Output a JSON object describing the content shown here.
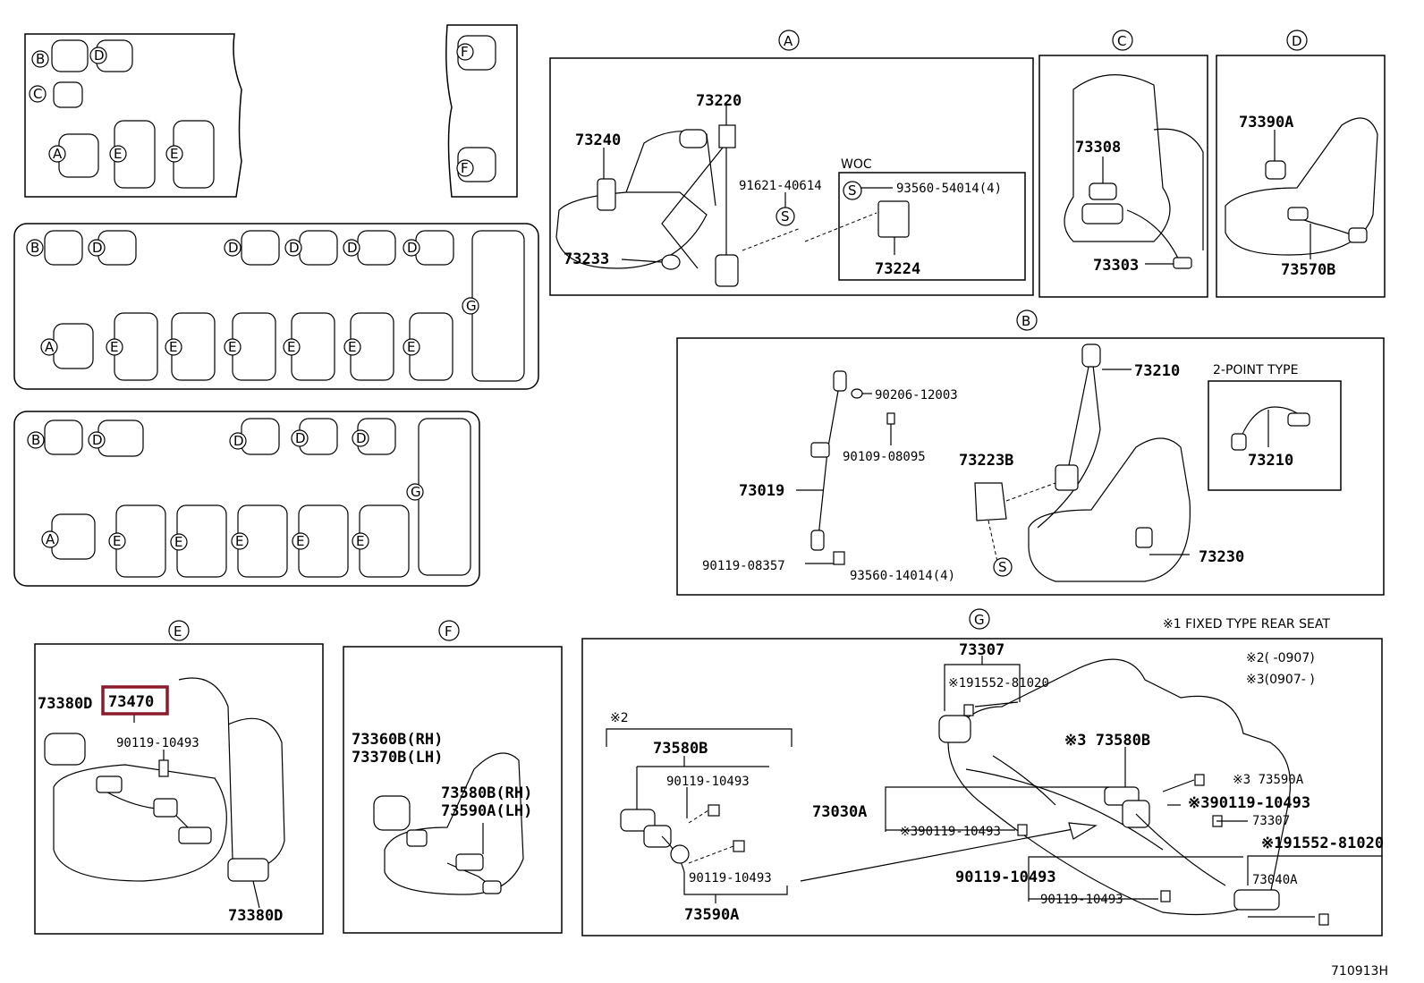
{
  "diagram_id": "710913H",
  "callouts": {
    "a": "A",
    "b": "B",
    "c": "C",
    "d": "D",
    "e": "E",
    "f": "F",
    "g": "G",
    "s": "S"
  },
  "panel_a": {
    "labels": [
      "73220",
      "73240",
      "73233",
      "91621-40614",
      "93560-54014(4)",
      "73224"
    ],
    "woc": "WOC"
  },
  "panel_c": {
    "labels": [
      "73308",
      "73303"
    ]
  },
  "panel_d": {
    "labels": [
      "73390A",
      "73570B"
    ]
  },
  "panel_b": {
    "labels": [
      "73210",
      "90206-12003",
      "90109-08095",
      "73223B",
      "73019",
      "90119-08357",
      "93560-14014(4)",
      "73230"
    ],
    "two_point_type": "2-POINT TYPE",
    "two_point_part": "73210"
  },
  "panel_e": {
    "labels": [
      "73380D",
      "73470",
      "90119-10493",
      "73380D"
    ],
    "highlighted": "73470"
  },
  "panel_f": {
    "labels": [
      "73360B(RH)",
      "73370B(LH)",
      "73580B(RH)",
      "73590A(LH)"
    ]
  },
  "panel_g": {
    "notes": [
      "※1 FIXED TYPE REAR SEAT",
      "※2(     -0907)",
      "※3(0907-     )"
    ],
    "sub_note": "※2",
    "labels": [
      "73307",
      "※191552-81020",
      "※3 73580B",
      "73580B",
      "90119-10493",
      "73030A",
      "90119-10493",
      "※390119-10493",
      "※3 73590A",
      "※390119-10493",
      "73307",
      "※191552-81020",
      "73040A",
      "90119-10493",
      "90119-10493",
      "73590A"
    ]
  }
}
